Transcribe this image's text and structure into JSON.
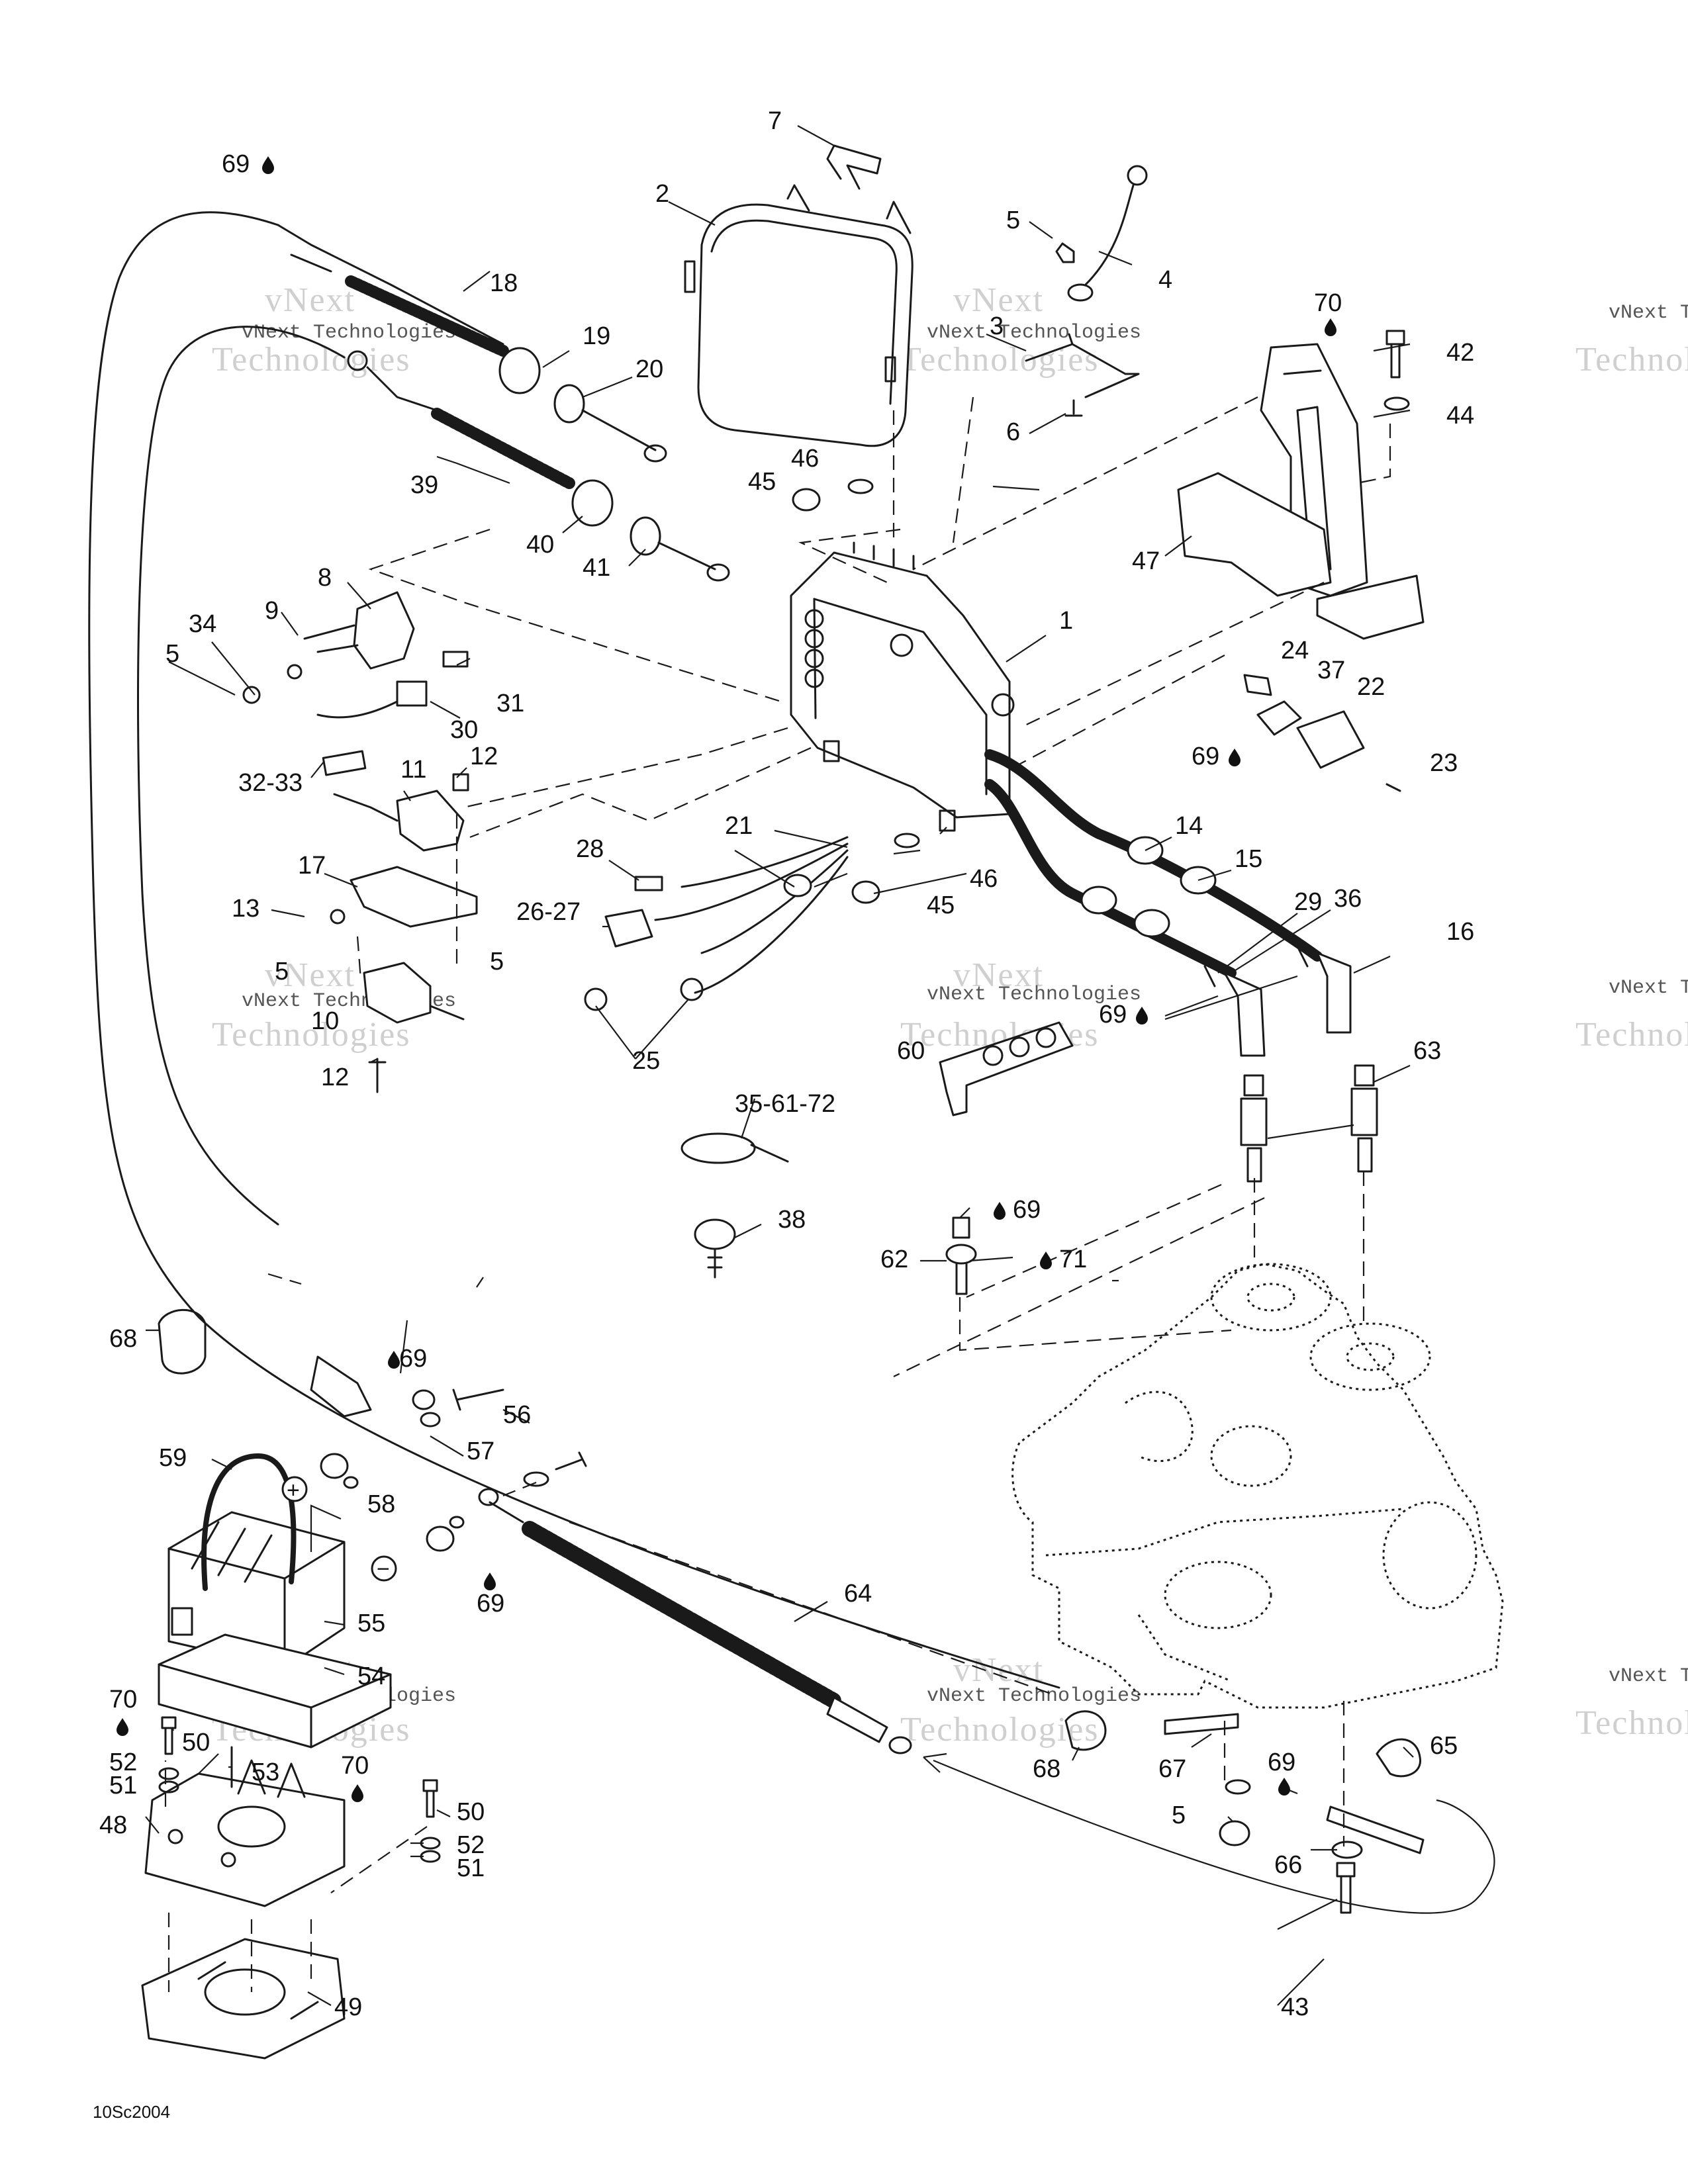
{
  "diagram": {
    "figure_code": "10Sc2004",
    "watermark": {
      "label": "vNext Technologies",
      "big_words": [
        "vNext",
        "Technologies"
      ]
    },
    "callouts": [
      "1",
      "2",
      "3",
      "4",
      "5",
      "6",
      "7",
      "8",
      "9",
      "10",
      "11",
      "12",
      "13",
      "14",
      "15",
      "16",
      "17",
      "18",
      "19",
      "20",
      "21",
      "22",
      "23",
      "24",
      "25",
      "26-27",
      "28",
      "29",
      "30",
      "31",
      "32-33",
      "34",
      "35-61-72",
      "36",
      "37",
      "38",
      "39",
      "40",
      "41",
      "42",
      "43",
      "44",
      "45",
      "46",
      "47",
      "48",
      "49",
      "50",
      "51",
      "52",
      "53",
      "54",
      "55",
      "56",
      "57",
      "58",
      "59",
      "60",
      "62",
      "63",
      "64",
      "65",
      "66",
      "67",
      "68",
      "69",
      "70",
      "71"
    ],
    "lubricant_refs": [
      "69",
      "70",
      "71"
    ],
    "polarity": {
      "positive": "+",
      "negative": "−"
    }
  }
}
